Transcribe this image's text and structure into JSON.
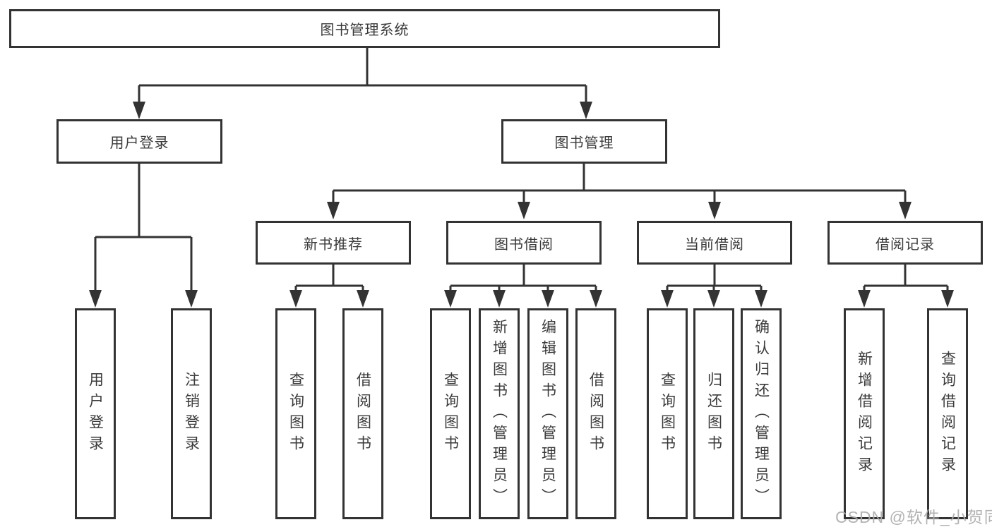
{
  "tree": {
    "label": "图书管理系统",
    "children": [
      {
        "label": "用户登录",
        "children": [
          {
            "label": "用户登录"
          },
          {
            "label": "注销登录"
          }
        ]
      },
      {
        "label": "图书管理",
        "children": [
          {
            "label": "新书推荐",
            "children": [
              {
                "label": "查询图书"
              },
              {
                "label": "借阅图书"
              }
            ]
          },
          {
            "label": "图书借阅",
            "children": [
              {
                "label": "查询图书"
              },
              {
                "label": "新增图书（管理员）"
              },
              {
                "label": "编辑图书（管理员）"
              },
              {
                "label": "借阅图书"
              }
            ]
          },
          {
            "label": "当前借阅",
            "children": [
              {
                "label": "查询图书"
              },
              {
                "label": "归还图书"
              },
              {
                "label": "确认归还（管理员）"
              }
            ]
          },
          {
            "label": "借阅记录",
            "children": [
              {
                "label": "新增借阅记录"
              },
              {
                "label": "查询借阅记录"
              }
            ]
          }
        ]
      }
    ]
  },
  "watermark": "CSDN @软件_小贺同学",
  "colors": {
    "line": "#333333",
    "box_border": "#333333",
    "box_fill": "#ffffff",
    "text": "#3a3a3a",
    "watermark": "#acacac"
  }
}
